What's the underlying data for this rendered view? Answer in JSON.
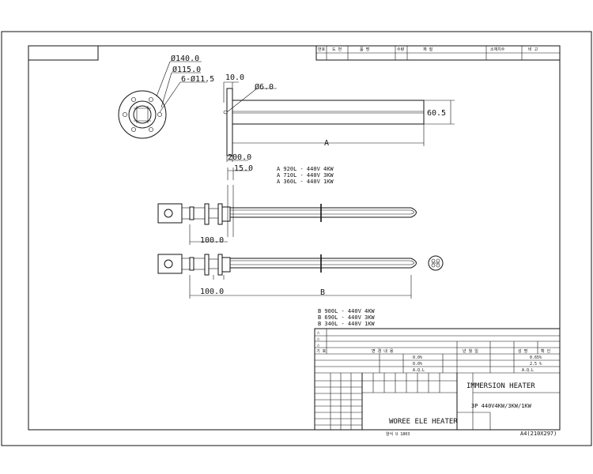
{
  "flange": {
    "d1": "Ø140.0",
    "d2": "Ø115.0",
    "holes": "6-Ø11.5"
  },
  "side": {
    "d10": "10.0",
    "d6": "Ø6.0",
    "h605": "60.5",
    "a": "A",
    "d200": "200.0",
    "d150": "15.0"
  },
  "specA": [
    "A  920L - 440V 4KW",
    "A  710L - 440V 3KW",
    "A  360L - 440V 1KW"
  ],
  "heaterA": {
    "d100": "100.0"
  },
  "heaterB": {
    "d100": "100.0",
    "b": "B"
  },
  "specB": [
    "B  900L - 440V 4KW",
    "B  690L - 440V 3KW",
    "B  340L - 440V 1KW"
  ],
  "revTable": {
    "headers": [
      "번호",
      "도  번",
      "품   명",
      "수량",
      "재        질",
      "소재치수",
      "비  고"
    ]
  },
  "title": {
    "name": "IMMERSION HEATER",
    "spec": "3P 440V4KW/3KW/1KW",
    "company": "WOREE ELE HEATER",
    "sheet": "A4(210X297)",
    "doc_no": "양식 U 1803",
    "pct1": "0.0%",
    "pct2": "0.0%",
    "pct3": "0.65%",
    "pct4": "2.5 %",
    "aql1": "A.Q.L",
    "aql2": "A.Q.L",
    "revlabel": "기 호",
    "revhdr": [
      "변     경     내     용",
      "년 월 일",
      "성 명",
      "확 인"
    ],
    "mark": "△"
  }
}
